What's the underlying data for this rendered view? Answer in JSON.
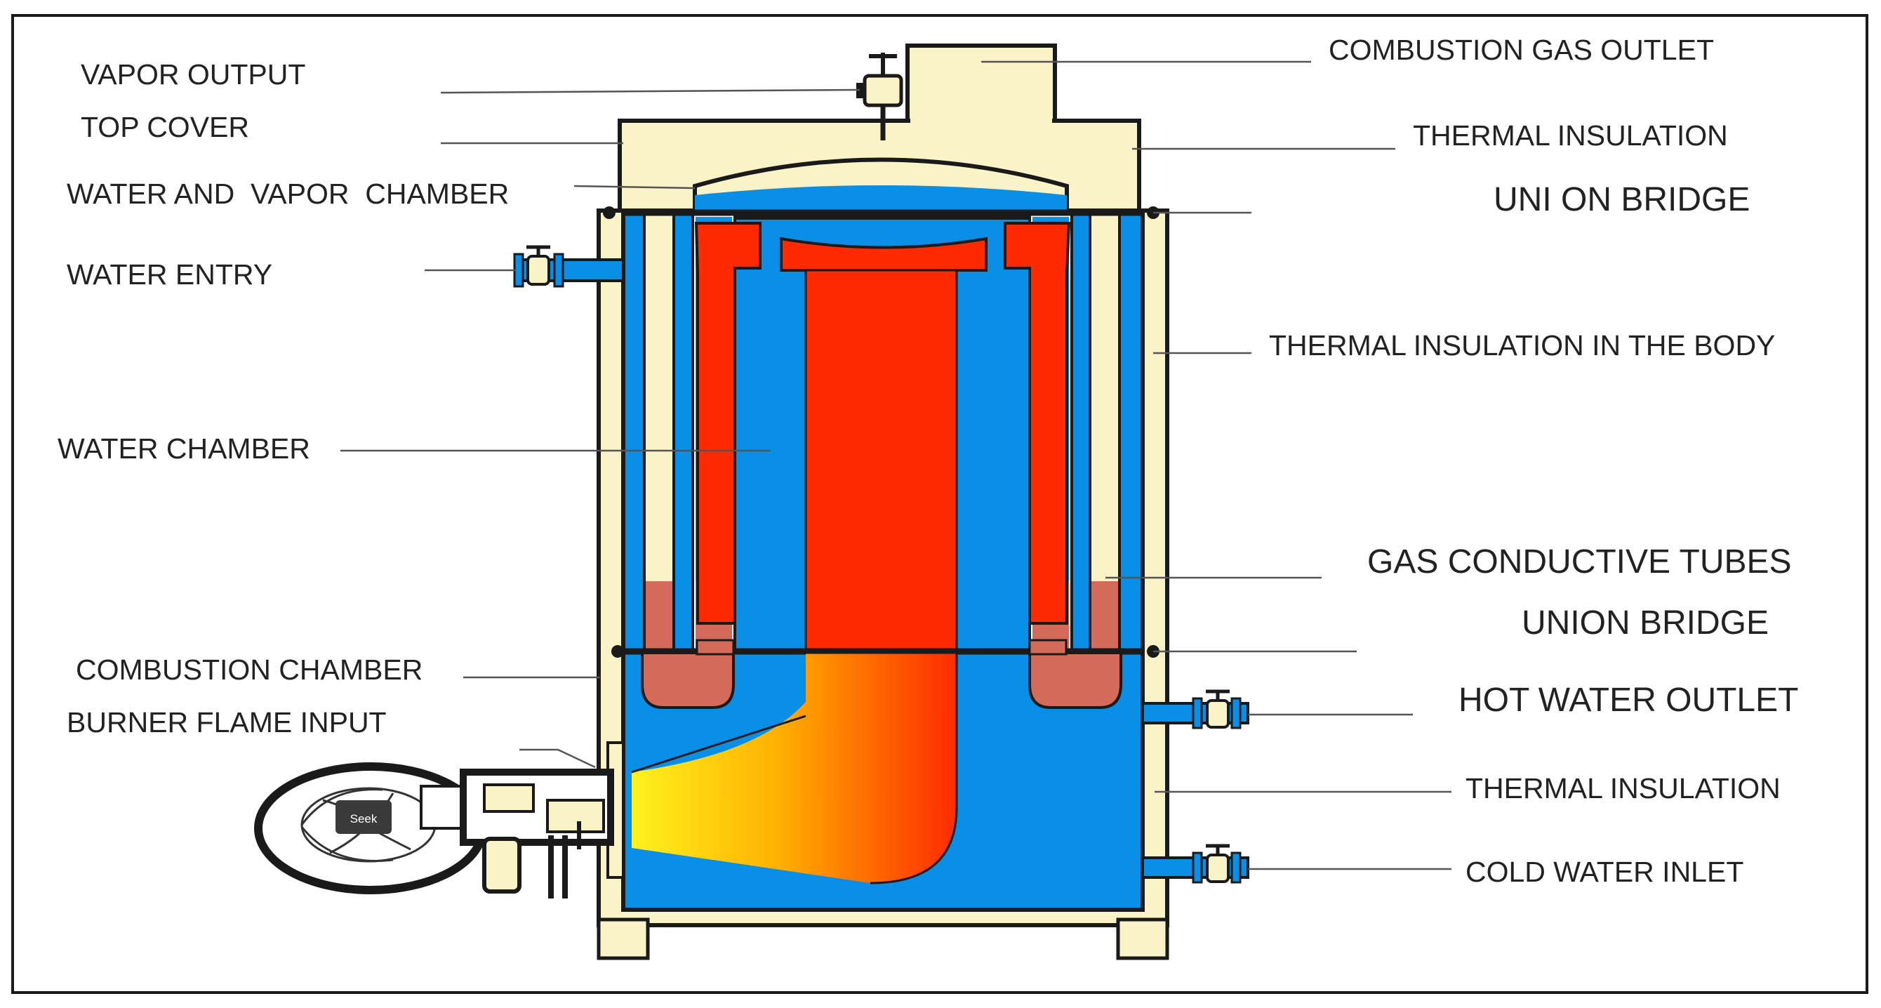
{
  "colors": {
    "water": "#0a8fe6",
    "hot_gas": "#ff2a00",
    "flame_yellow": "#ffe81a",
    "insulation": "#fbf3c8",
    "outline": "#1a1a1a",
    "tube_sediment": "#d36a5a"
  },
  "labels": {
    "vapor_output": "VAPOR OUTPUT",
    "top_cover": "TOP COVER",
    "water_vapor_chamber": "WATER AND  VAPOR  CHAMBER",
    "water_entry": "WATER ENTRY",
    "water_chamber": "WATER CHAMBER",
    "combustion_chamber": "COMBUSTION CHAMBER",
    "burner_flame_input": "BURNER FLAME INPUT",
    "combustion_gas_outlet": "COMBUSTION GAS OUTLET",
    "thermal_insulation_top": "THERMAL INSULATION",
    "union_bridge_top": "UNI ON BRIDGE",
    "thermal_insulation_body": "THERMAL INSULATION IN THE BODY",
    "gas_conductive_tubes": "GAS CONDUCTIVE TUBES",
    "union_bridge_bottom": "UNION BRIDGE",
    "hot_water_outlet": "HOT WATER OUTLET",
    "thermal_insulation_bottom": "THERMAL INSULATION",
    "cold_water_inlet": "COLD WATER INLET",
    "burner_badge": "Seek"
  }
}
